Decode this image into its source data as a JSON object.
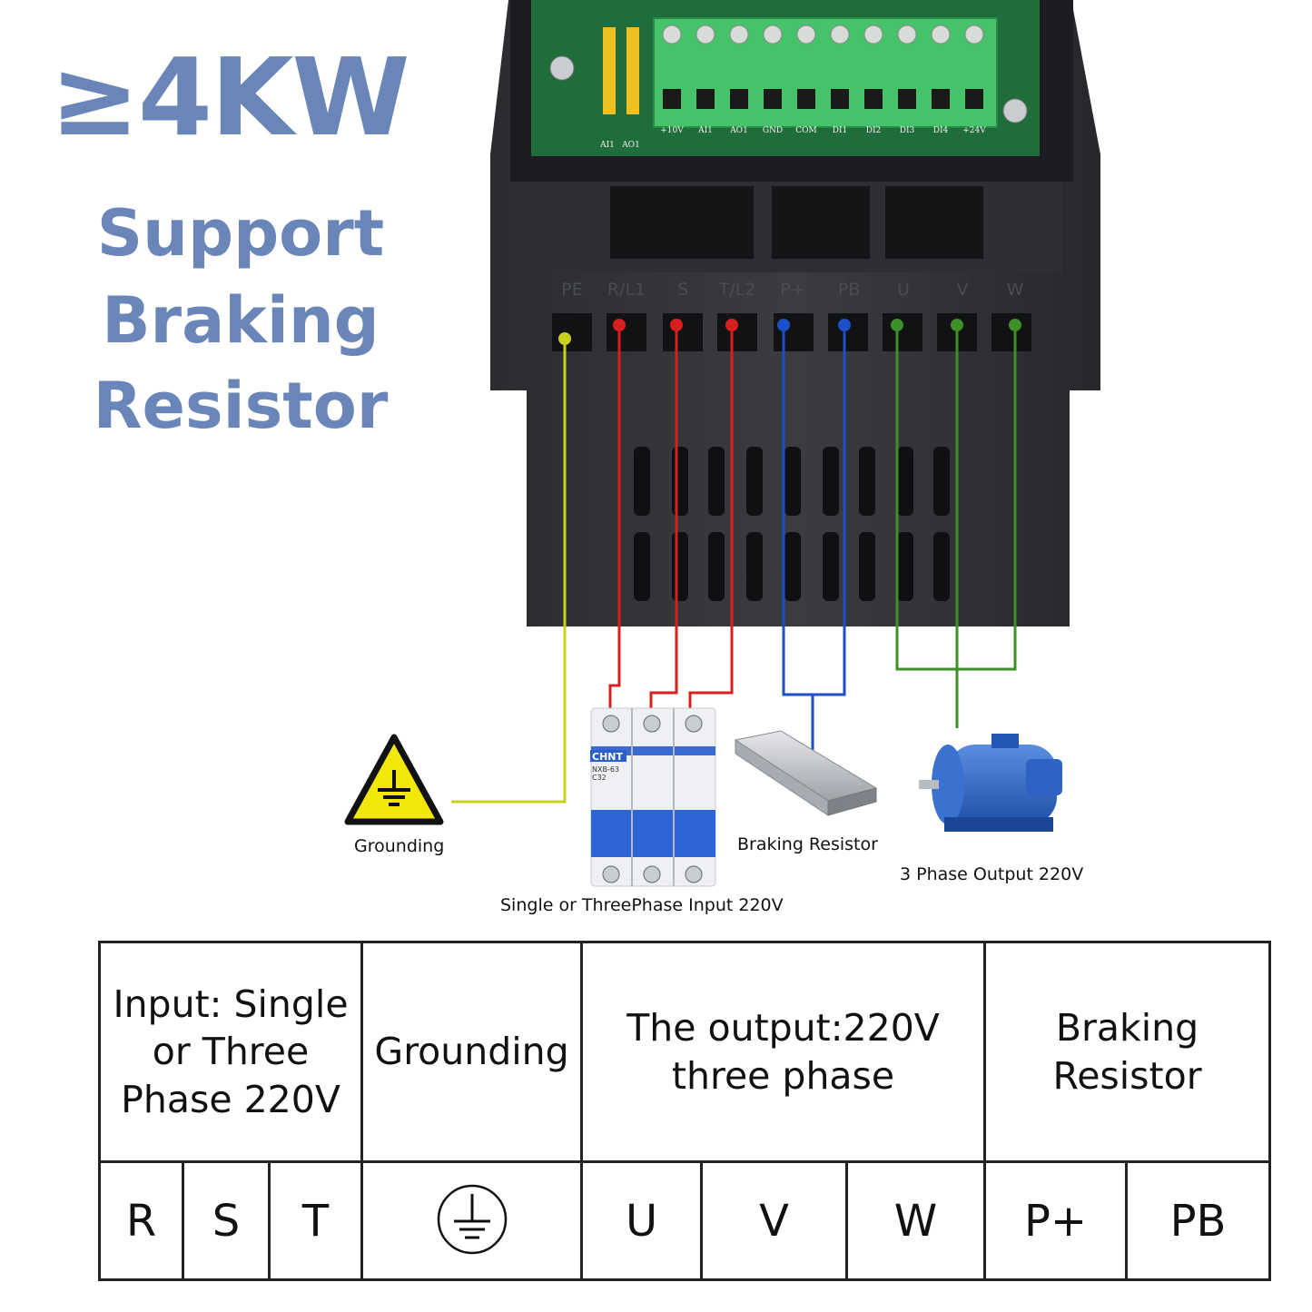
{
  "headline": {
    "power": "≥4KW",
    "line1": "Support",
    "line2": "Braking",
    "line3": "Resistor"
  },
  "board": {
    "control_terminals": [
      "+10V",
      "AI1",
      "AO1",
      "GND",
      "COM",
      "DI1",
      "DI2",
      "DI3",
      "DI4",
      "+24V"
    ],
    "jumpers": [
      "AI1",
      "AO1"
    ],
    "power_terminals": [
      "PE",
      "R/L1",
      "S",
      "T/L2",
      "P+",
      "PB",
      "U",
      "V",
      "W"
    ]
  },
  "breaker": {
    "brand": "CHNT",
    "model": "NXB-63",
    "rating": "C32"
  },
  "components": {
    "grounding": "Grounding",
    "braking_resistor": "Braking Resistor",
    "motor": "3 Phase Output 220V",
    "input": "Single or ThreePhase Input 220V"
  },
  "wire_colors": {
    "ground": "#c8d21e",
    "input": "#d81e1e",
    "brake": "#1c4fc8",
    "output": "#3e8f2a"
  },
  "table": {
    "header_input": [
      "Input: Single",
      "or Three",
      "Phase 220V"
    ],
    "header_grounding": "Grounding",
    "header_output": [
      "The output:220V",
      "three phase"
    ],
    "header_braking": [
      "Braking",
      "Resistor"
    ],
    "cells": [
      "R",
      "S",
      "T",
      "U",
      "V",
      "W",
      "P+",
      "PB"
    ]
  }
}
